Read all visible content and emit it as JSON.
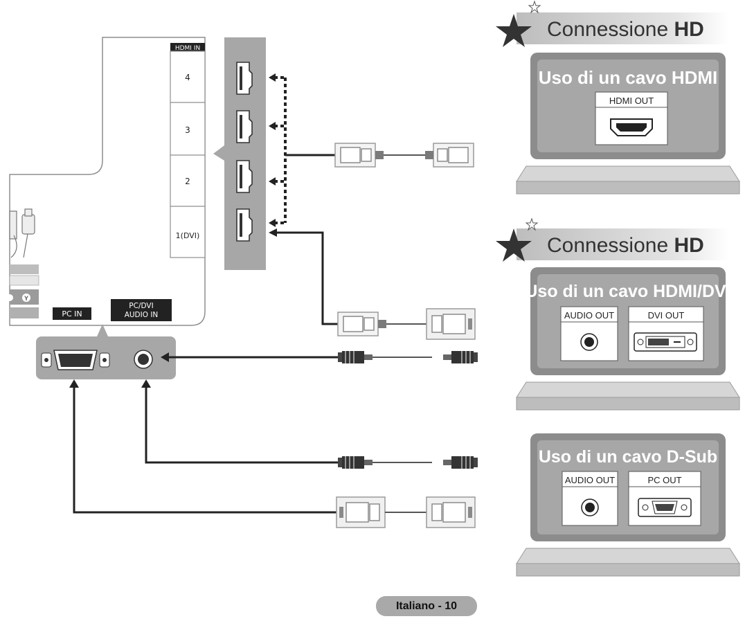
{
  "tv_panel": {
    "hdmi_in_label": "HDMI IN",
    "ports": [
      "4",
      "3",
      "2",
      "1(DVI)"
    ],
    "pc_in_label": "PC IN",
    "pc_dvi_audio_in_label_line1": "PC/DVI",
    "pc_dvi_audio_in_label_line2": "AUDIO IN"
  },
  "sections": [
    {
      "heading_text": "Connessione ",
      "heading_bold": "HD",
      "card_title": "Uso di un cavo HDMI",
      "ports": [
        "HDMI OUT"
      ]
    },
    {
      "heading_text": "Connessione ",
      "heading_bold": "HD",
      "card_title": "Uso di un cavo HDMI/DVI",
      "ports": [
        "AUDIO OUT",
        "DVI OUT"
      ]
    },
    {
      "card_title": "Uso di un cavo D-Sub",
      "ports": [
        "AUDIO OUT",
        "PC OUT"
      ]
    }
  ],
  "footer": {
    "page_label": "Italiano - 10"
  },
  "colors": {
    "panel_gray": "#a7a7a7",
    "card_border": "#8c8c8c",
    "cable_line": "#1a1a1a",
    "heading_gradient_start": "#c8c8c8"
  }
}
